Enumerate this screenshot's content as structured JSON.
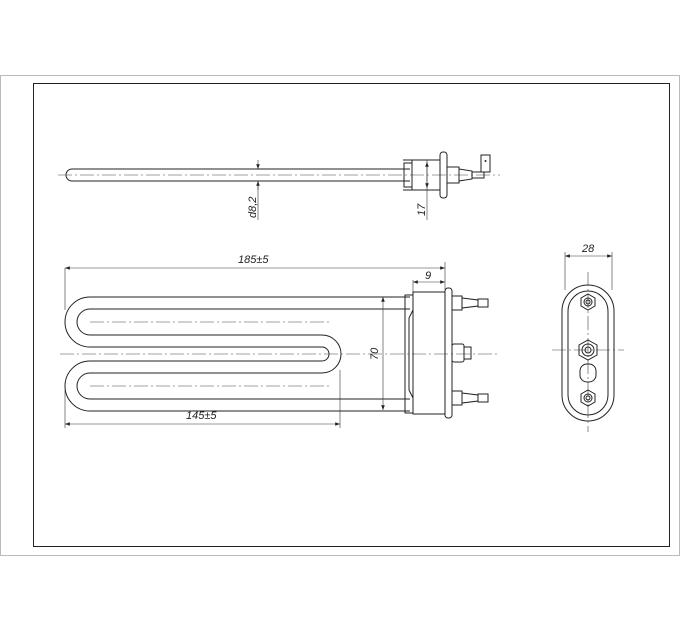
{
  "drawing": {
    "side_view": {
      "diameter_label": "d8,2",
      "flange_label": "17"
    },
    "top_view": {
      "overall_length_label": "185±5",
      "flange_offset_label": "9",
      "height_label": "70",
      "loop_length_label": "145±5"
    },
    "end_view": {
      "width_label": "28"
    }
  },
  "colors": {
    "line": "#222222",
    "background": "#ffffff",
    "outer_frame": "#bbbbbb"
  }
}
